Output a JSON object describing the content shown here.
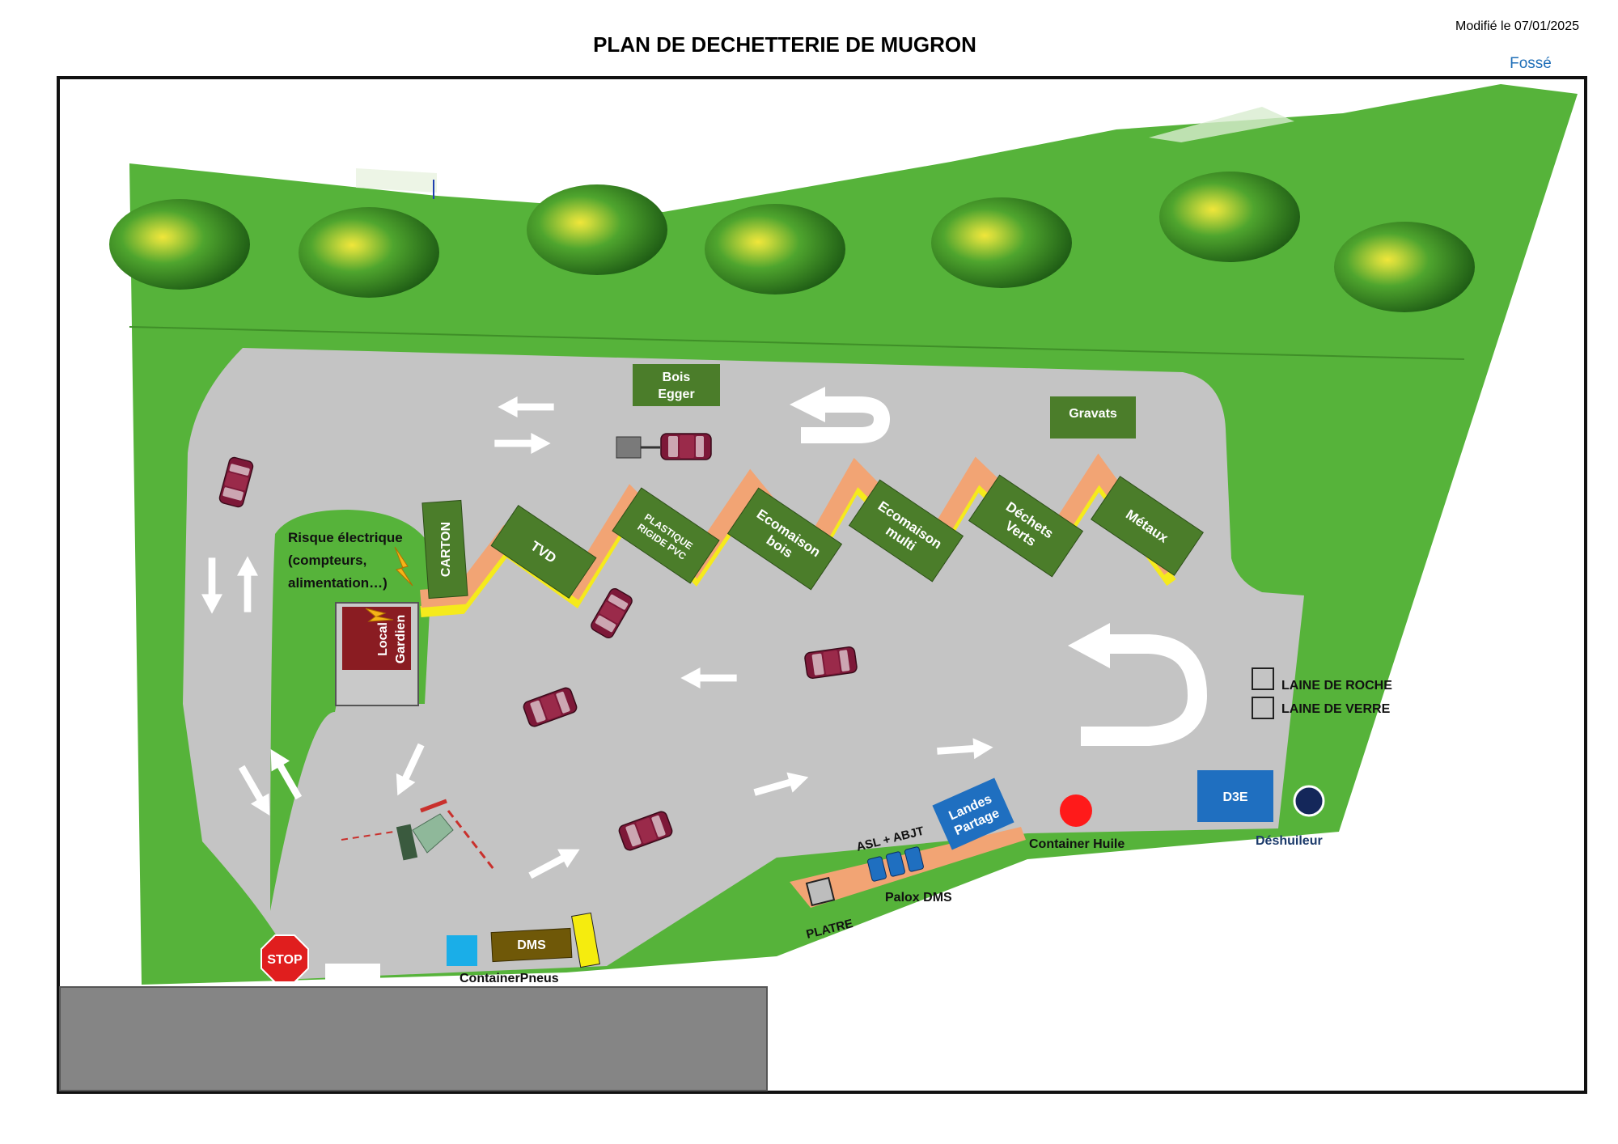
{
  "title": "PLAN DE DECHETTERIE DE MUGRON",
  "modified": "Modifié le 07/01/2025",
  "fosse": "Fossé",
  "bins": {
    "bois_egger": [
      "Bois",
      "Egger"
    ],
    "gravats": "Gravats",
    "carton": "CARTON",
    "tvd": "TVD",
    "plastique": [
      "PLASTIQUE",
      "RIGIDE PVC"
    ],
    "ecomaison_bois": [
      "Ecomaison",
      "bois"
    ],
    "ecomaison_multi": [
      "Ecomaison",
      "multi"
    ],
    "dechets_verts": [
      "Déchets",
      "Verts"
    ],
    "metaux": "Métaux"
  },
  "risk": [
    "Risque électrique",
    "(compteurs,",
    "alimentation…)"
  ],
  "local_gardien": [
    "Local",
    "Gardien"
  ],
  "laine_roche": "LAINE DE ROCHE",
  "laine_verre": "LAINE DE VERRE",
  "d3e": "D3E",
  "deshuileur": "Déshuileur",
  "container_huile": "Container Huile",
  "landes_partage": [
    "Landes",
    "Partage"
  ],
  "asl_abjt": "ASL + ABJT",
  "palox_dms": "Palox DMS",
  "platre": "PLATRE",
  "dms": "DMS",
  "container_pneus": "ContainerPneus",
  "stop": "STOP",
  "colors": {
    "grass": "#56b33a",
    "grass_dark": "#3f8f28",
    "road": "#c4c4c4",
    "bin_green": "#4b7d2a",
    "orange": "#f2a474",
    "yellow": "#f5ea1c",
    "car": "#7d1838",
    "blue": "#1f6fc0",
    "stop_red": "#e01e1e"
  }
}
